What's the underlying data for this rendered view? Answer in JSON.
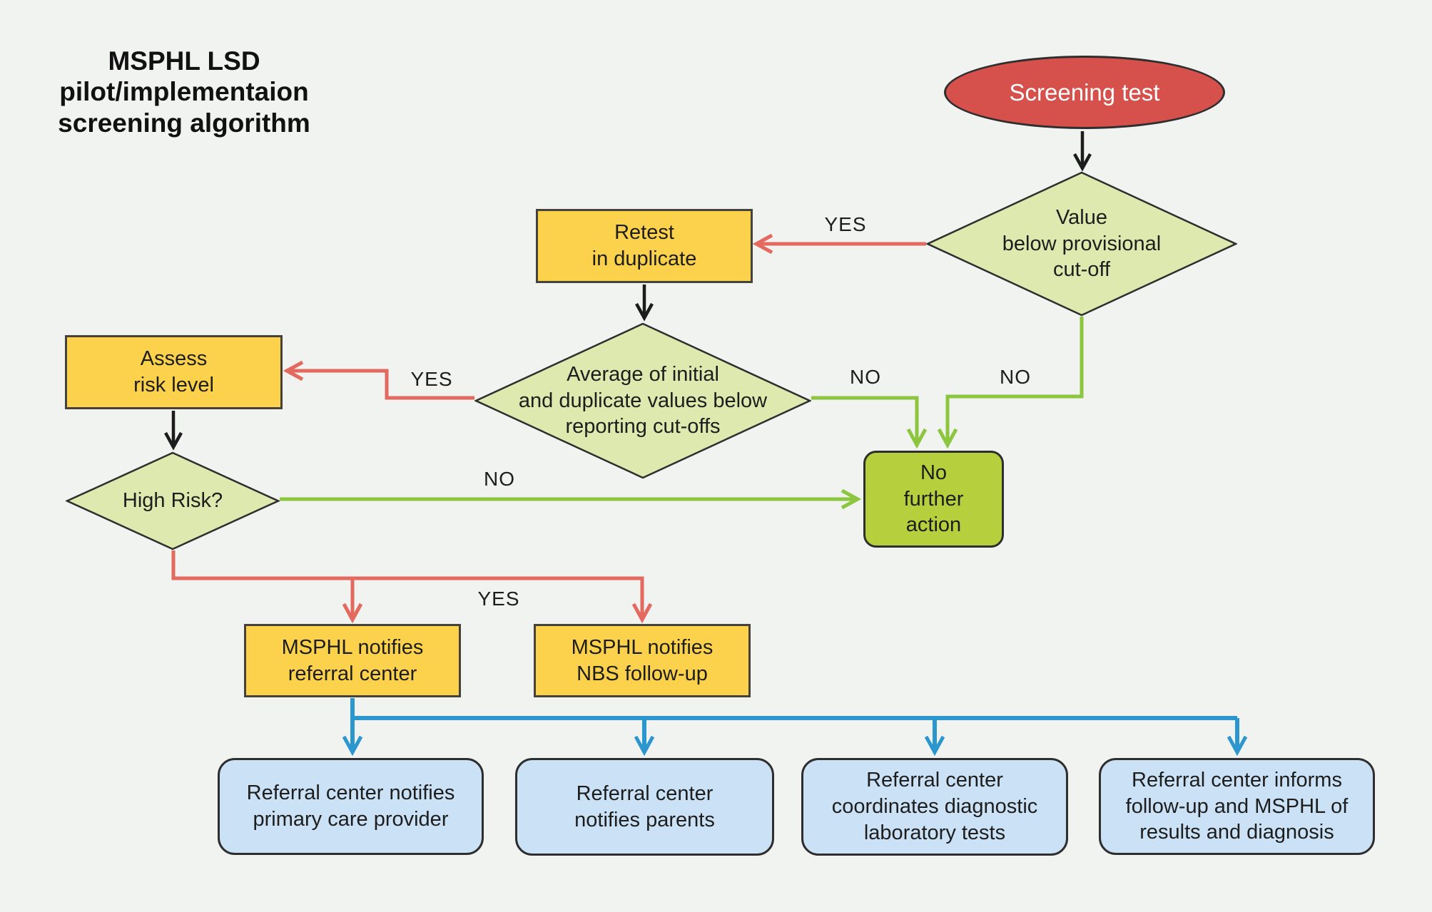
{
  "title": "MSPHL LSD\npilot/implementaion\nscreening algorithm",
  "nodes": {
    "screening_test": {
      "label": "Screening test",
      "shape": "ellipse"
    },
    "value_below_provisional": {
      "label": "Value\nbelow provisional\ncut-off",
      "shape": "diamond"
    },
    "retest": {
      "label": "Retest\nin duplicate",
      "shape": "rect"
    },
    "average_below_reporting": {
      "label": "Average of initial\nand duplicate values below\nreporting cut-offs",
      "shape": "diamond"
    },
    "assess_risk": {
      "label": "Assess\nrisk level",
      "shape": "rect"
    },
    "high_risk": {
      "label": "High Risk?",
      "shape": "diamond"
    },
    "no_further_action": {
      "label": "No\nfurther\naction",
      "shape": "rounded-rect"
    },
    "notify_referral": {
      "label": "MSPHL notifies\nreferral center",
      "shape": "rect"
    },
    "notify_nbs": {
      "label": "MSPHL notifies\nNBS follow-up",
      "shape": "rect"
    },
    "referral_notifies_pcp": {
      "label": "Referral center notifies\nprimary care provider",
      "shape": "rounded-rect"
    },
    "referral_notifies_parents": {
      "label": "Referral center\nnotifies parents",
      "shape": "rounded-rect"
    },
    "referral_coordinates_tests": {
      "label": "Referral center\ncoordinates diagnostic\nlaboratory tests",
      "shape": "rounded-rect"
    },
    "referral_informs_results": {
      "label": "Referral center informs\nfollow-up and MSPHL of\nresults and diagnosis",
      "shape": "rounded-rect"
    }
  },
  "edge_labels": {
    "yes_to_retest": "YES",
    "no_from_provisional": "NO",
    "yes_to_assess": "YES",
    "no_from_average": "NO",
    "no_from_high_risk": "NO",
    "yes_from_high_risk": "YES"
  },
  "colors": {
    "bg": "#f1f3f1",
    "yellow": "#fcd24c",
    "diamond": "#dde9ae",
    "green": "#b5cf3d",
    "blue": "#cbe2f6",
    "red": "#d6514b",
    "arrowRed": "#e4695e",
    "arrowGreen": "#8cc63f",
    "arrowBlue": "#2c96cf",
    "arrowBlack": "#1c1c1c",
    "border": "#2e2e2e",
    "text": "#1d1d1d"
  }
}
